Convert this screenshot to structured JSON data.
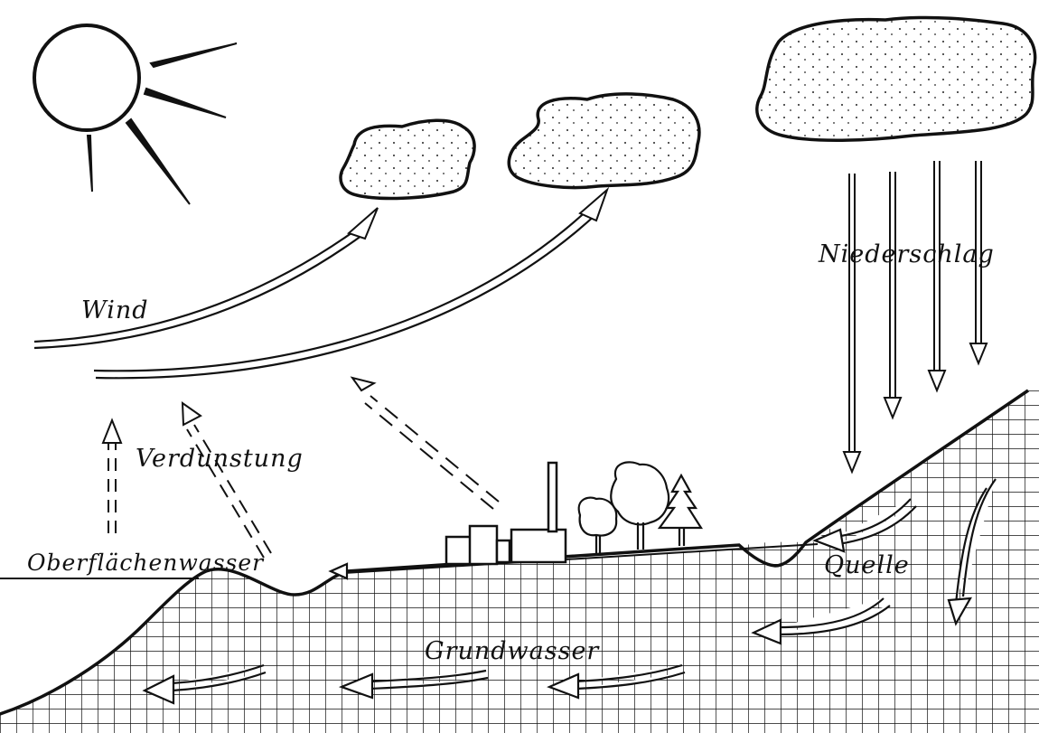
{
  "labels": {
    "wind": "Wind",
    "verdunstung": "Verdunstung",
    "niederschlag": "Niederschlag",
    "oberflaechenwasser": "Oberflächenwasser",
    "quelle": "Quelle",
    "grundwasser": "Grundwasser"
  },
  "colors": {
    "ink": "#111111",
    "paper": "#ffffff"
  }
}
